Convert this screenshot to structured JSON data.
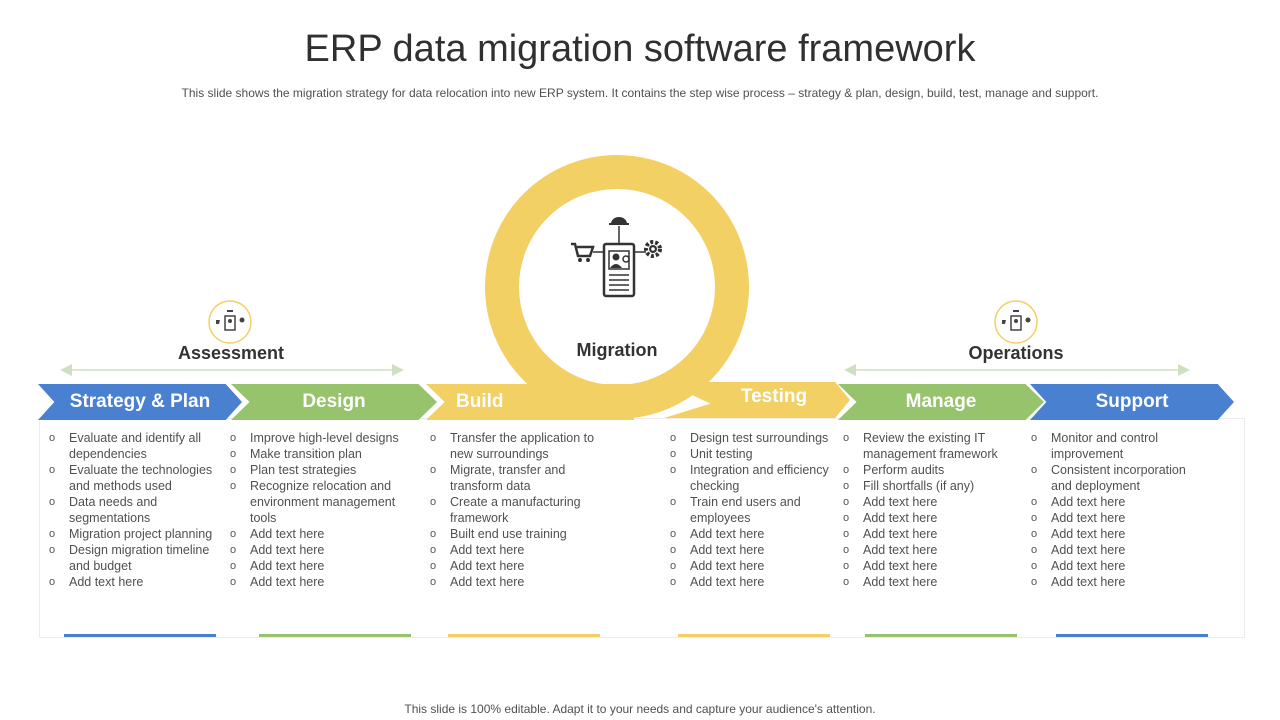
{
  "title": "ERP data migration software framework",
  "subtitle": "This slide shows the migration strategy for data relocation into new ERP system. It contains the step wise process – strategy & plan, design, build, test, manage and support.",
  "footer": "This slide is 100% editable. Adapt it to your needs and capture your audience's attention.",
  "groups": {
    "assessment": "Assessment",
    "migration": "Migration",
    "operations": "Operations"
  },
  "icons": {
    "assessment": "document-person-icon",
    "migration": "erp-document-network-icon",
    "operations": "document-person-icon"
  },
  "colors": {
    "blue": "#4a80d0",
    "green": "#96c36c",
    "yellow": "#f3d064"
  },
  "stages": [
    {
      "label": "Strategy & Plan",
      "color": "#4a80d0",
      "items": [
        "Evaluate and identify all dependencies",
        "Evaluate the technologies and methods used",
        "Data needs and segmentations",
        "Migration project planning",
        "Design migration timeline and budget",
        "Add text here"
      ]
    },
    {
      "label": "Design",
      "color": "#96c36c",
      "items": [
        "Improve high-level designs",
        "Make transition plan",
        "Plan test strategies",
        "Recognize relocation and environment management tools",
        "Add text here",
        "Add text here",
        "Add text here",
        "Add text here"
      ]
    },
    {
      "label": "Build",
      "color": "#f3d064",
      "items": [
        "Transfer the application to new surroundings",
        "Migrate, transfer and transform data",
        "Create a manufacturing framework",
        "Built end use training",
        "Add text here",
        "Add text here",
        "Add text here"
      ]
    },
    {
      "label": "Testing",
      "color": "#f3d064",
      "items": [
        "Design test surroundings",
        "Unit testing",
        "Integration and efficiency checking",
        "Train end users and employees",
        "Add text here",
        "Add text here",
        "Add text here",
        "Add text here"
      ]
    },
    {
      "label": "Manage",
      "color": "#96c36c",
      "items": [
        "Review the existing IT management framework",
        "Perform audits",
        "Fill shortfalls (if any)",
        "Add text here",
        "Add text here",
        "Add text here",
        "Add text here",
        "Add text here",
        "Add text here"
      ]
    },
    {
      "label": "Support",
      "color": "#4a80d0",
      "items": [
        "Monitor and control improvement",
        "Consistent incorporation and deployment",
        "Add text here",
        "Add text here",
        "Add text here",
        "Add text here",
        "Add text here",
        "Add text here"
      ]
    }
  ]
}
